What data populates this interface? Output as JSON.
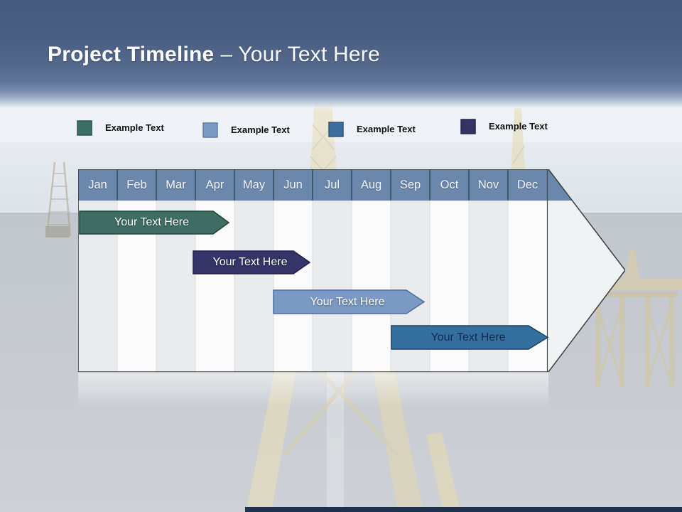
{
  "title": {
    "main": "Project Timeline",
    "suffix": "– Your Text Here"
  },
  "legend": [
    {
      "label": "Example Text",
      "color": "#3A6F63",
      "border_color": "#2C554B"
    },
    {
      "label": "Example Text",
      "color": "#7B99C3",
      "border_color": "#5E7DA7"
    },
    {
      "label": "Example Text",
      "color": "#3B6E9D",
      "border_color": "#2C567D"
    },
    {
      "label": "Example Text",
      "color": "#333463",
      "border_color": "#24244A"
    }
  ],
  "chart_data": {
    "type": "gantt",
    "title": "Project Timeline – Your Text Here",
    "x_categories": [
      "Jan",
      "Feb",
      "Mar",
      "Apr",
      "May",
      "Jun",
      "Jul",
      "Aug",
      "Sep",
      "Oct",
      "Nov",
      "Dec"
    ],
    "header_color": "#6C87AC",
    "legend_position": "top",
    "bars": [
      {
        "label": "Your Text Here",
        "start_month": "Jan",
        "end_month": "Mar",
        "color": "#3E6E64",
        "border_color": "#20423A",
        "text_color": "#FFFFFF"
      },
      {
        "label": "Your Text Here",
        "start_month": "Apr",
        "end_month": "Jun",
        "color": "#343469",
        "border_color": "#1F1F47",
        "text_color": "#FFFFFF"
      },
      {
        "label": "Your Text Here",
        "start_month": "Jun",
        "end_month": "Sep",
        "color": "#7B99C4",
        "border_color": "#4D6E9D",
        "text_color": "#FFFFFF"
      },
      {
        "label": "Your Text Here",
        "start_month": "Sep",
        "end_month": "Dec",
        "color": "#356F9E",
        "border_color": "#1B4269",
        "text_color": "#132A4D"
      }
    ]
  },
  "accents": {
    "bottom_bar": "#1F3350",
    "table_border": "#3F3F3F"
  }
}
